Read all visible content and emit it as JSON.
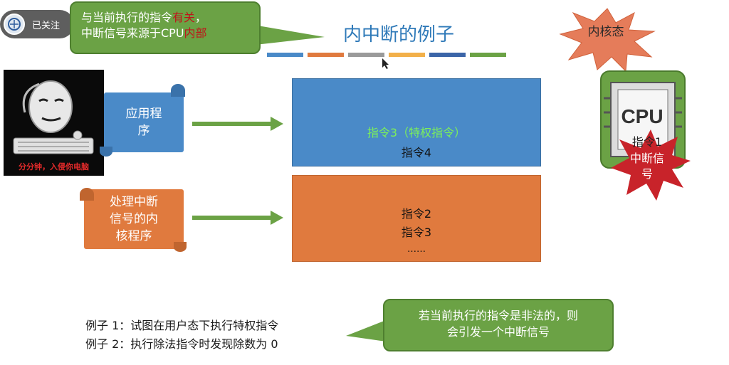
{
  "follow": {
    "label": "已关注"
  },
  "title": "内中断的例子",
  "stripes": [
    "#4a8ac8",
    "#e07a3e",
    "#9a9a9a",
    "#f2b04a",
    "#3b65a8",
    "#6ba245"
  ],
  "callout_top": {
    "line1_a": "与当前执行的指令",
    "line1_b": "有关",
    "line1_c": "，",
    "line2_a": "中断信号来源于CPU",
    "line2_b": "内部"
  },
  "meme": {
    "caption": "分分钟，入侵你电脑"
  },
  "app_scroll": {
    "line1": "应用程",
    "line2": "序"
  },
  "handler_scroll": {
    "line1": "处理中断",
    "line2": "信号的内",
    "line3": "核程序"
  },
  "box_user": {
    "instr1": "指令3（特权指令）",
    "instr2": "指令4"
  },
  "box_kernel": {
    "instr1": "指令2",
    "instr2": "指令3",
    "instr3": "……"
  },
  "star_kernel": "内核态",
  "cpu": {
    "label": "CPU",
    "instr": "指令1",
    "star": "中断信号"
  },
  "examples": {
    "ex1": "例子 1：试图在用户态下执行特权指令",
    "ex2": "例子 2：执行除法指令时发现除数为 0"
  },
  "callout_bottom": {
    "line1": "若当前执行的指令是非法的，则",
    "line2": "会引发一个中断信号"
  },
  "colors": {
    "green": "#6ba245",
    "blue": "#4a8ac8",
    "orange": "#e07a3e",
    "title": "#2e79b8",
    "red": "#c0141a",
    "privileged": "#7cf05a"
  }
}
